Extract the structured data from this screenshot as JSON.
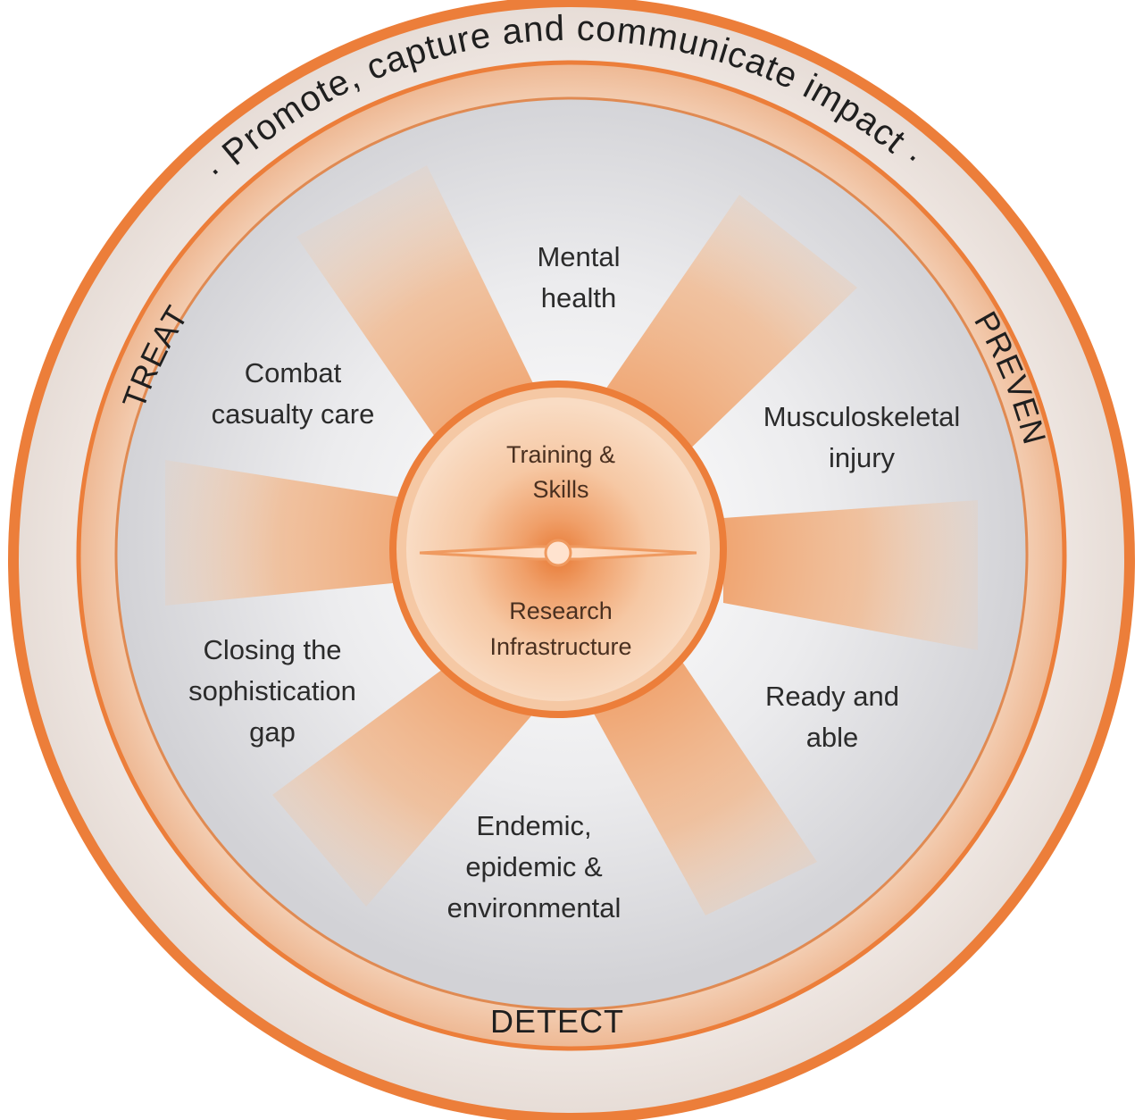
{
  "outer_ring": {
    "text": "· Promote, capture and communicate impact ·"
  },
  "ring_labels": {
    "treat": "TREAT",
    "prevent": "PREVENT",
    "detect": "DETECT"
  },
  "hub": {
    "top_line1": "Training &",
    "top_line2": "Skills",
    "bottom_line1": "Research",
    "bottom_line2": "Infrastructure"
  },
  "segments": {
    "mental_health": {
      "line1": "Mental",
      "line2": "health"
    },
    "musculoskeletal": {
      "line1": "Musculoskeletal",
      "line2": "injury"
    },
    "ready_able": {
      "line1": "Ready and",
      "line2": "able"
    },
    "endemic": {
      "line1": "Endemic,",
      "line2": "epidemic &",
      "line3": "environmental"
    },
    "sophistication": {
      "line1": "Closing the",
      "line2": "sophistication",
      "line3": "gap"
    },
    "combat": {
      "line1": "Combat",
      "line2": "casualty care"
    }
  },
  "colors": {
    "accent": "#ec7e3a",
    "ring_fill": "#f1c4a4",
    "disc_fill": "#d9d9db",
    "outer_fill": "#ece3df"
  }
}
